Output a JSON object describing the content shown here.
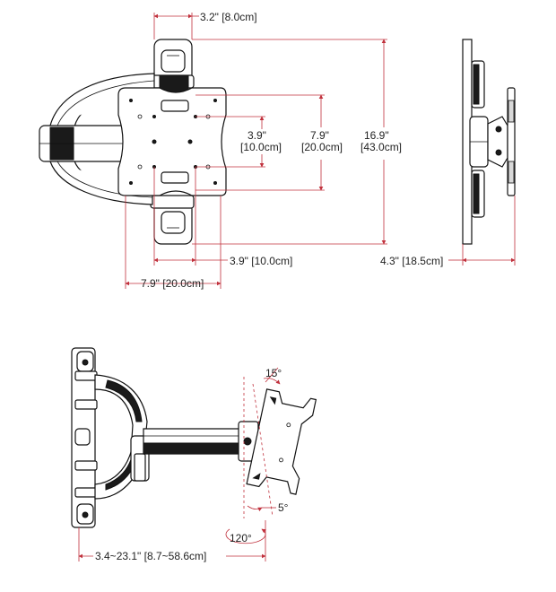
{
  "dimensions": {
    "arm_offset_top": "3.2\" [8.0cm]",
    "vesa_small_in": "3.9\"",
    "vesa_small_cm": "[10.0cm]",
    "vesa_large_in": "7.9\"",
    "vesa_large_cm": "[20.0cm]",
    "height_in": "16.9\"",
    "height_cm": "[43.0cm]",
    "vesa_width_small": "3.9\" [10.0cm]",
    "vesa_width_large": "7.9\" [20.0cm]",
    "depth_side": "4.3\" [18.5cm]",
    "tilt_up": "15°",
    "tilt_down": "5°",
    "swivel": "120°",
    "extension": "3.4~23.1\" [8.7~58.6cm]"
  },
  "colors": {
    "dimension_line": "#c0303c",
    "outline": "#111111"
  }
}
